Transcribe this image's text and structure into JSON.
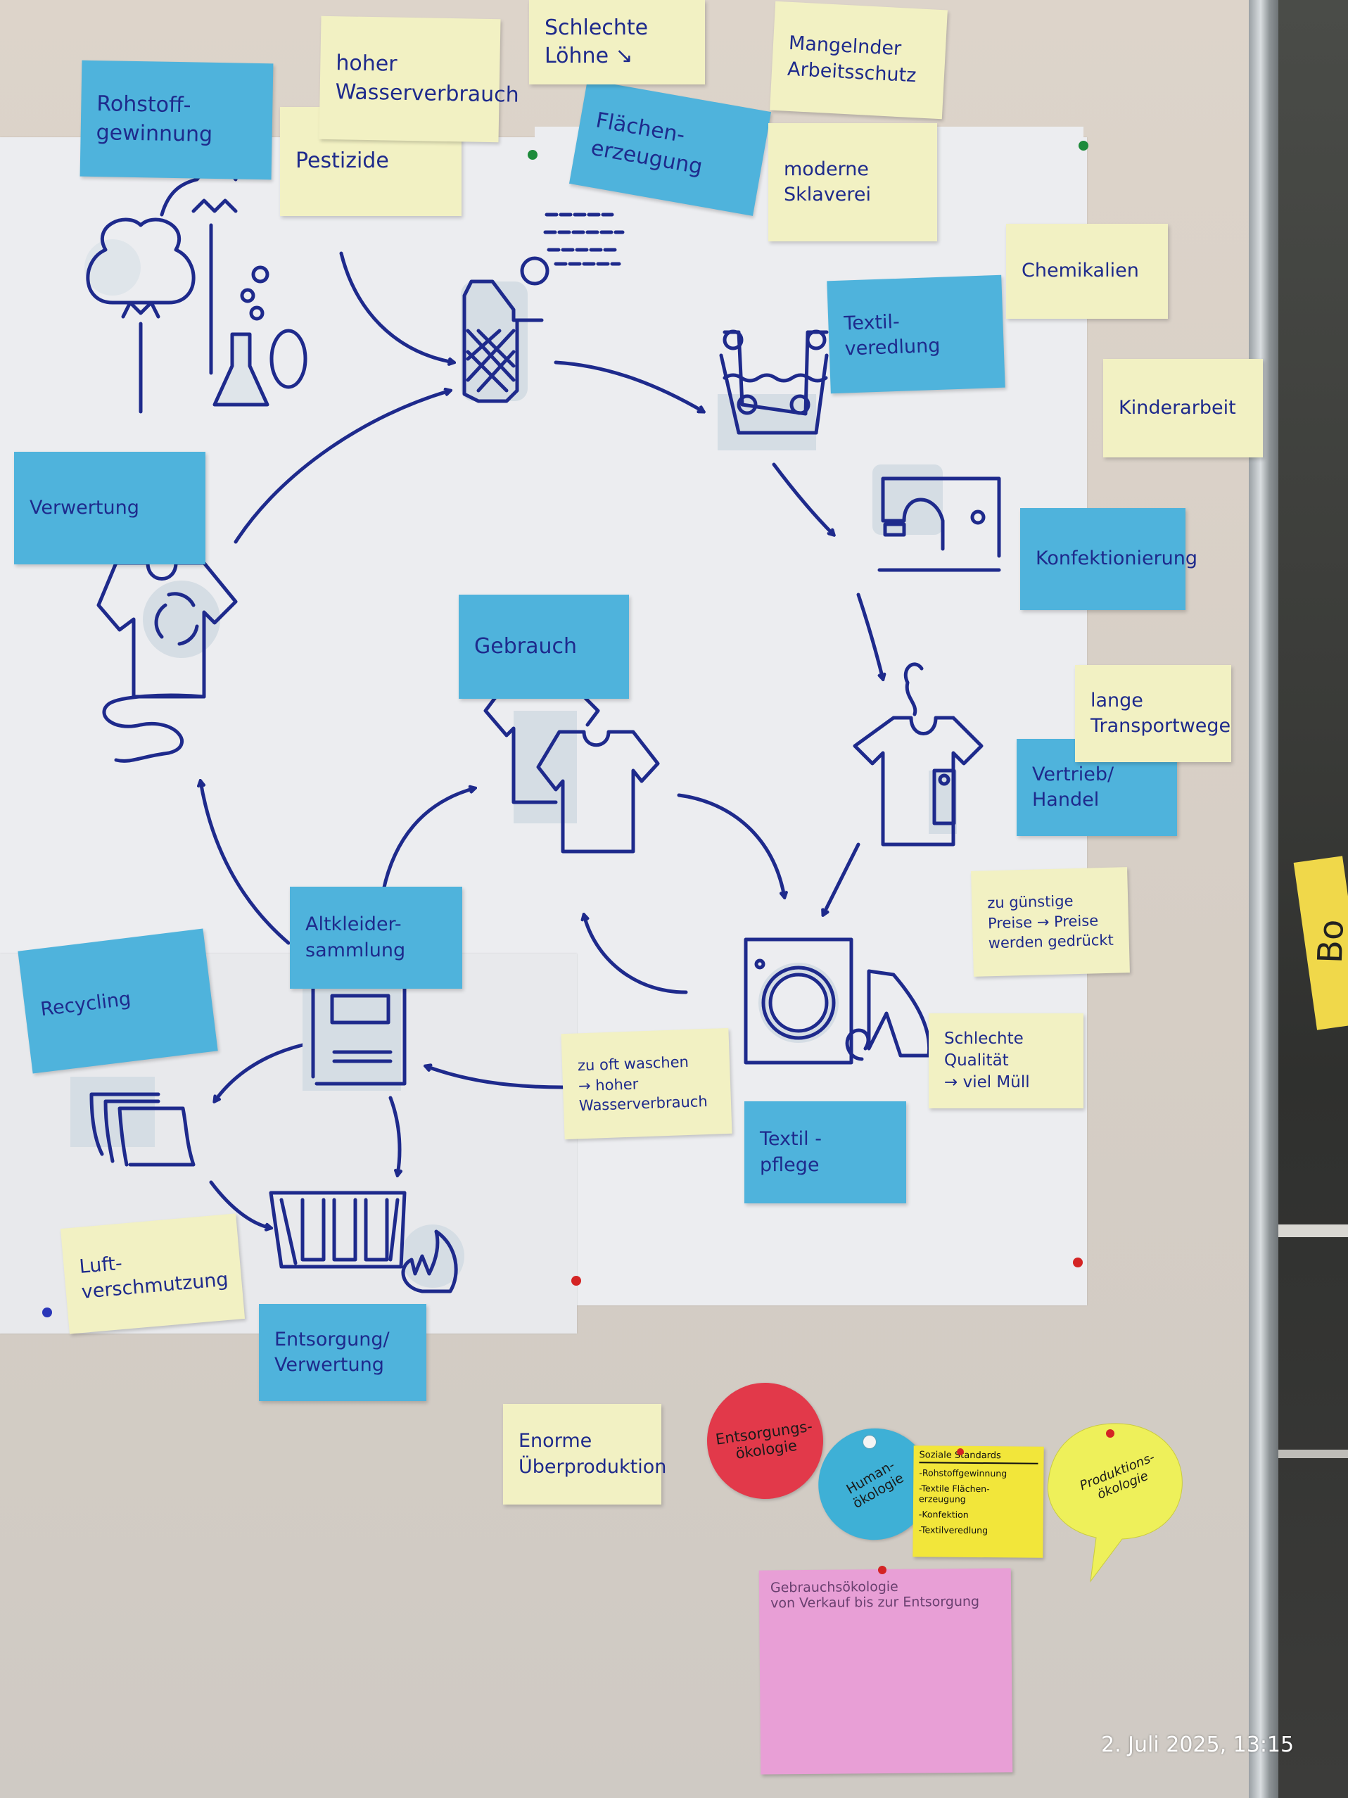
{
  "photo": {
    "timestamp": "2. Juli 2025, 13:15",
    "colors": {
      "wall": "#d8d0c6",
      "paper": "#ecedf0",
      "ink": "#1e2a8c",
      "stage_note": "#4fb3dc",
      "issue_note": "#f2f1c3",
      "red_circle": "#e2394a",
      "blue_circle": "#3eb0d6",
      "yellow_bubble": "#eef05a",
      "social_note": "#f2e63a",
      "pink_note": "#e89fd6"
    }
  },
  "diagram": {
    "title": "Textile life cycle",
    "stages": [
      {
        "id": "rohstoff",
        "lines": [
          "Rohstoff-",
          "gewinnung"
        ],
        "icon": "cotton-plant-and-flask-icon"
      },
      {
        "id": "flaechen",
        "lines": [
          "Flächen-",
          "erzeugung"
        ],
        "icon": "yarn-spool-and-fabric-weave-icon"
      },
      {
        "id": "veredlung",
        "lines": [
          "Textil-",
          "veredlung"
        ],
        "icon": "dye-bath-icon"
      },
      {
        "id": "konfektion",
        "lines": [
          "Konfektionierung"
        ],
        "icon": "sewing-machine-icon"
      },
      {
        "id": "vertrieb",
        "lines": [
          "Vertrieb/",
          "Handel"
        ],
        "icon": "shirt-on-hanger-with-tag-icon"
      },
      {
        "id": "pflege",
        "lines": [
          "Textil -",
          "pflege"
        ],
        "icon": "washing-machine-and-iron-icon"
      },
      {
        "id": "gebrauch",
        "lines": [
          "Gebrauch"
        ],
        "icon": "two-shirts-icon"
      },
      {
        "id": "altkleider",
        "lines": [
          "Altkleider-",
          "sammlung"
        ],
        "icon": "clothing-container-icon"
      },
      {
        "id": "recycling",
        "lines": [
          "Recycling"
        ],
        "icon": "fabric-sheets-icon"
      },
      {
        "id": "entsorgung",
        "lines": [
          "Entsorgung/",
          "Verwertung"
        ],
        "icon": "burning-container-icon"
      },
      {
        "id": "verwertung",
        "lines": [
          "Verwertung"
        ],
        "icon": "shirt-recycle-icon"
      }
    ],
    "issues": [
      {
        "id": "wasser",
        "lines": [
          "hoher",
          "Wasserverbrauch"
        ]
      },
      {
        "id": "pestizide",
        "lines": [
          "Pestizide"
        ]
      },
      {
        "id": "loehne",
        "lines": [
          "Schlechte",
          "Löhne ↘"
        ]
      },
      {
        "id": "arbeitsschutz",
        "lines": [
          "Mangelnder",
          "Arbeitsschutz"
        ]
      },
      {
        "id": "sklaverei",
        "lines": [
          "moderne",
          "Sklaverei"
        ]
      },
      {
        "id": "chemikalien",
        "lines": [
          "Chemikalien"
        ]
      },
      {
        "id": "kinderarbeit",
        "lines": [
          "Kinderarbeit"
        ]
      },
      {
        "id": "transport",
        "lines": [
          "lange",
          "Transportwege"
        ]
      },
      {
        "id": "preise",
        "lines": [
          "zu günstige",
          "Preise → Preise",
          "werden gedrückt"
        ]
      },
      {
        "id": "qualitaet",
        "lines": [
          "Schlechte",
          "Qualität",
          "→ viel Müll"
        ]
      },
      {
        "id": "waschen",
        "lines": [
          "zu oft waschen",
          "→ hoher",
          "Wasserverbrauch"
        ]
      },
      {
        "id": "luft",
        "lines": [
          "Luft-",
          "verschmutzung"
        ]
      },
      {
        "id": "ueberproduktion",
        "lines": [
          "Enorme",
          "Überproduktion"
        ]
      }
    ]
  },
  "categories": {
    "entsorgung": {
      "lines": [
        "Entsorgungs-",
        "ökologie"
      ]
    },
    "human": {
      "lines": [
        "Human-",
        "ökologie"
      ]
    },
    "produktion": {
      "lines": [
        "Produktions-",
        "ökologie"
      ]
    },
    "soziale_standards": {
      "heading": "Soziale Standards",
      "items": [
        "-Rohstoffgewinnung",
        "-Textile Flächen-",
        "  erzeugung",
        "-Konfektion",
        "-Textilveredlung"
      ]
    },
    "gebrauch": {
      "lines": [
        "Gebrauchsökologie",
        "von Verkauf bis zur Entsorgung"
      ]
    }
  },
  "background": {
    "partial_note_text": "Bo"
  }
}
